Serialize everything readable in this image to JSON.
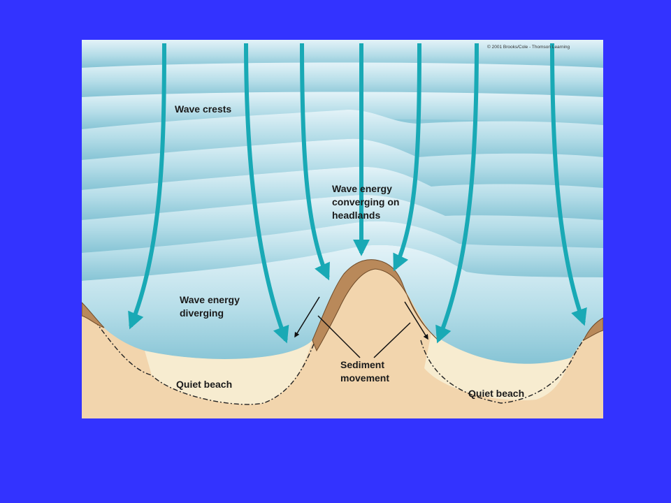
{
  "colors": {
    "background": "#3333ff",
    "water_light": "#dff0f6",
    "water_dark": "#8ec9d9",
    "land": "#f2d5ad",
    "beach": "#f7ecd0",
    "headland": "#b9895a",
    "arrow": "#19a9b5"
  },
  "figure": {
    "credit": "© 2001 Brooks/Cole - Thomson Learning",
    "labels": {
      "wave_crests": "Wave crests",
      "converging": [
        "Wave energy",
        "converging on",
        "headlands"
      ],
      "diverging": [
        "Wave energy",
        "diverging"
      ],
      "sediment": [
        "Sediment",
        "movement"
      ],
      "quiet_beach_left": "Quiet beach",
      "quiet_beach_right": "Quiet beach"
    }
  }
}
